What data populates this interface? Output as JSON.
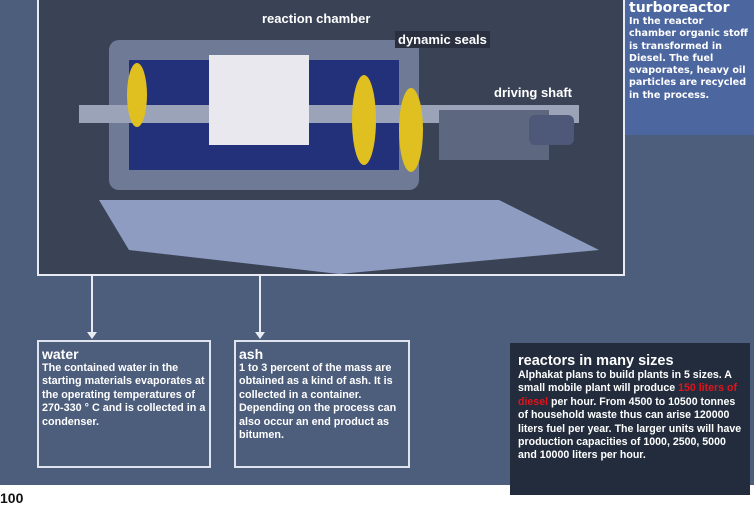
{
  "labels": {
    "reaction_chamber": "reaction chamber",
    "dynamic_seals": "dynamic seals",
    "driving_shaft": "driving shaft"
  },
  "turboreactor": {
    "title": "turboreactor",
    "text": "In the reactor chamber organic stoff is transformed in Diesel. The fuel evaporates, heavy oil particles are recycled in the process."
  },
  "water": {
    "title": "water",
    "text": "The contained water in the starting materials evaporates at the operating temperatures of 270-330 ° C and is collected in a condenser."
  },
  "ash": {
    "title": "ash",
    "text": "1 to 3 percent of the mass are obtained as a kind of ash. It is collected in a container. Depending on the process can also occur an end product as bitumen."
  },
  "sizes": {
    "title": "reactors in many sizes",
    "text1": "Alphakat plans to build plants in 5 sizes. A small mobile plant will produce",
    "highlight": "150 liters of diesel",
    "text2": " per hour. From 4500 to 10500 tonnes of household waste thus can arise 120000 liters fuel per year. The larger units will have production capacities of 1000, 2500, 5000 and 10000 liters per hour."
  },
  "page_number": "100",
  "colors": {
    "background": "#4d5d7c",
    "turbo_box": "#4c66a0",
    "sizes_box": "#222c3c",
    "highlight": "#e0141c"
  }
}
